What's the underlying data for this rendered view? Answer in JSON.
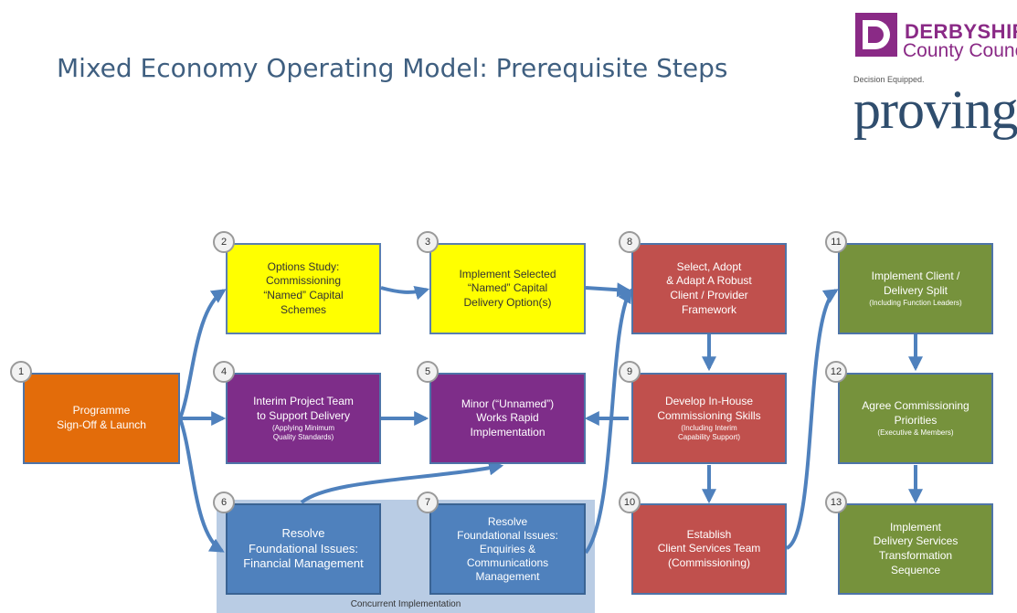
{
  "title": "Mixed Economy Operating Model: Prerequisite Steps",
  "logo": {
    "line1": "DERBYSHIRE",
    "line2": "County Council",
    "line3": "Decision Equipped.",
    "line4": "proving",
    "color": "#8a2a86"
  },
  "band_label": "Concurrent Implementation",
  "steps": {
    "s1": {
      "num": "1",
      "main": "Programme\nSign-Off & Launch",
      "sub": ""
    },
    "s2": {
      "num": "2",
      "main": "Options Study:\nCommissioning\n“Named” Capital\nSchemes",
      "sub": ""
    },
    "s3": {
      "num": "3",
      "main": "Implement Selected\n“Named” Capital\nDelivery Option(s)",
      "sub": ""
    },
    "s4": {
      "num": "4",
      "main": "Interim Project Team\nto Support Delivery",
      "sub": "(Applying Minimum\nQuality Standards)"
    },
    "s5": {
      "num": "5",
      "main": "Minor (“Unnamed”)\nWorks Rapid\nImplementation",
      "sub": ""
    },
    "s6": {
      "num": "6",
      "main": "Resolve\nFoundational Issues:\nFinancial Management",
      "sub": ""
    },
    "s7": {
      "num": "7",
      "main": "Resolve\nFoundational Issues:\nEnquiries &\nCommunications\nManagement",
      "sub": ""
    },
    "s8": {
      "num": "8",
      "main": "Select, Adopt\n& Adapt A Robust\nClient / Provider\nFramework",
      "sub": ""
    },
    "s9": {
      "num": "9",
      "main": "Develop In-House\nCommissioning Skills",
      "sub": "(Including Interim\nCapability Support)"
    },
    "s10": {
      "num": "10",
      "main": "Establish\nClient Services Team\n(Commissioning)",
      "sub": ""
    },
    "s11": {
      "num": "11",
      "main": "Implement Client /\nDelivery Split",
      "sub": "(Including Function Leaders)"
    },
    "s12": {
      "num": "12",
      "main": "Agree Commissioning\nPriorities",
      "sub": "(Executive & Members)"
    },
    "s13": {
      "num": "13",
      "main": "Implement\nDelivery Services\nTransformation\nSequence",
      "sub": ""
    }
  },
  "colors": {
    "yellow": "#ffff00",
    "orange": "#e36c0a",
    "purple": "#7e2d89",
    "red": "#c0504d",
    "green": "#76923c",
    "blue": "#4f81bd",
    "arrow": "#4f81bd"
  }
}
